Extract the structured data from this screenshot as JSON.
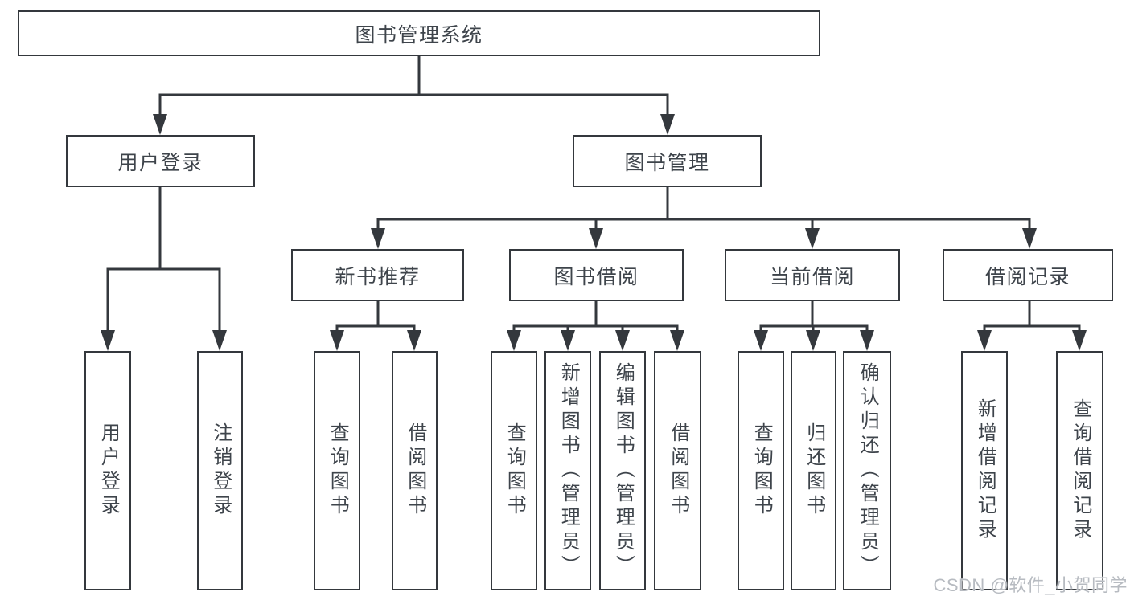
{
  "diagram": {
    "type": "hierarchy-tree",
    "title": "图书管理系统",
    "watermark": "CSDN @软件_小贺同学",
    "colors": {
      "line": "#34383d",
      "box_border": "#34383d",
      "text": "#3e444b",
      "watermark": "#b7bbc1",
      "background": "#ffffff"
    },
    "nodes": [
      {
        "id": "root",
        "label": "图书管理系统",
        "level": 1
      },
      {
        "id": "user-login",
        "label": "用户登录",
        "level": 2
      },
      {
        "id": "book-mgmt",
        "label": "图书管理",
        "level": 2
      },
      {
        "id": "new-book-rec",
        "label": "新书推荐",
        "level": 3
      },
      {
        "id": "book-borrow",
        "label": "图书借阅",
        "level": 3
      },
      {
        "id": "current-borrow",
        "label": "当前借阅",
        "level": 3
      },
      {
        "id": "borrow-records",
        "label": "借阅记录",
        "level": 3
      },
      {
        "id": "user-login-v",
        "label": "用户登录",
        "level": 4
      },
      {
        "id": "logout",
        "label": "注销登录",
        "level": 4
      },
      {
        "id": "query-books-1",
        "label": "查询图书",
        "level": 4
      },
      {
        "id": "borrow-books-1",
        "label": "借阅图书",
        "level": 4
      },
      {
        "id": "query-books-2",
        "label": "查询图书",
        "level": 4
      },
      {
        "id": "add-books-admin",
        "label": "新增图书（管理员）",
        "level": 4
      },
      {
        "id": "edit-books-admin",
        "label": "编辑图书（管理员）",
        "level": 4
      },
      {
        "id": "borrow-books-2",
        "label": "借阅图书",
        "level": 4
      },
      {
        "id": "query-books-3",
        "label": "查询图书",
        "level": 4
      },
      {
        "id": "return-books",
        "label": "归还图书",
        "level": 4
      },
      {
        "id": "confirm-return-admin",
        "label": "确认归还（管理员）",
        "level": 4
      },
      {
        "id": "add-borrow-record",
        "label": "新增借阅记录",
        "level": 4
      },
      {
        "id": "query-borrow-record",
        "label": "查询借阅记录",
        "level": 4
      }
    ],
    "edges": [
      {
        "from": "root",
        "to": [
          "user-login",
          "book-mgmt"
        ]
      },
      {
        "from": "user-login",
        "to": [
          "user-login-v",
          "logout"
        ]
      },
      {
        "from": "book-mgmt",
        "to": [
          "new-book-rec",
          "book-borrow",
          "current-borrow",
          "borrow-records"
        ]
      },
      {
        "from": "new-book-rec",
        "to": [
          "query-books-1",
          "borrow-books-1"
        ]
      },
      {
        "from": "book-borrow",
        "to": [
          "query-books-2",
          "add-books-admin",
          "edit-books-admin",
          "borrow-books-2"
        ]
      },
      {
        "from": "current-borrow",
        "to": [
          "query-books-3",
          "return-books",
          "confirm-return-admin"
        ]
      },
      {
        "from": "borrow-records",
        "to": [
          "add-borrow-record",
          "query-borrow-record"
        ]
      }
    ]
  }
}
